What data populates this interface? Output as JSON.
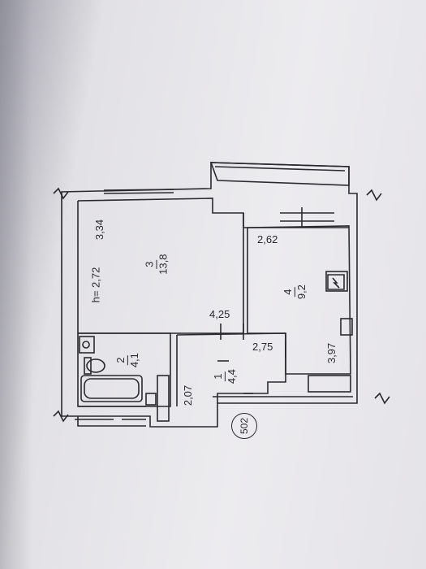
{
  "plan": {
    "ceiling_height": "h= 2,72",
    "rooms": [
      {
        "number": "1",
        "area": "4,4"
      },
      {
        "number": "2",
        "area": "4,1"
      },
      {
        "number": "3",
        "area": "13,8"
      },
      {
        "number": "4",
        "area": "9,2"
      }
    ],
    "dimensions": {
      "room3_depth": "3,34",
      "room3_width": "4,25",
      "room4_top": "2,62",
      "room4_side": "3,97",
      "hall_width": "2,75",
      "hall_depth": "2,07"
    },
    "apartment_number": "502"
  }
}
